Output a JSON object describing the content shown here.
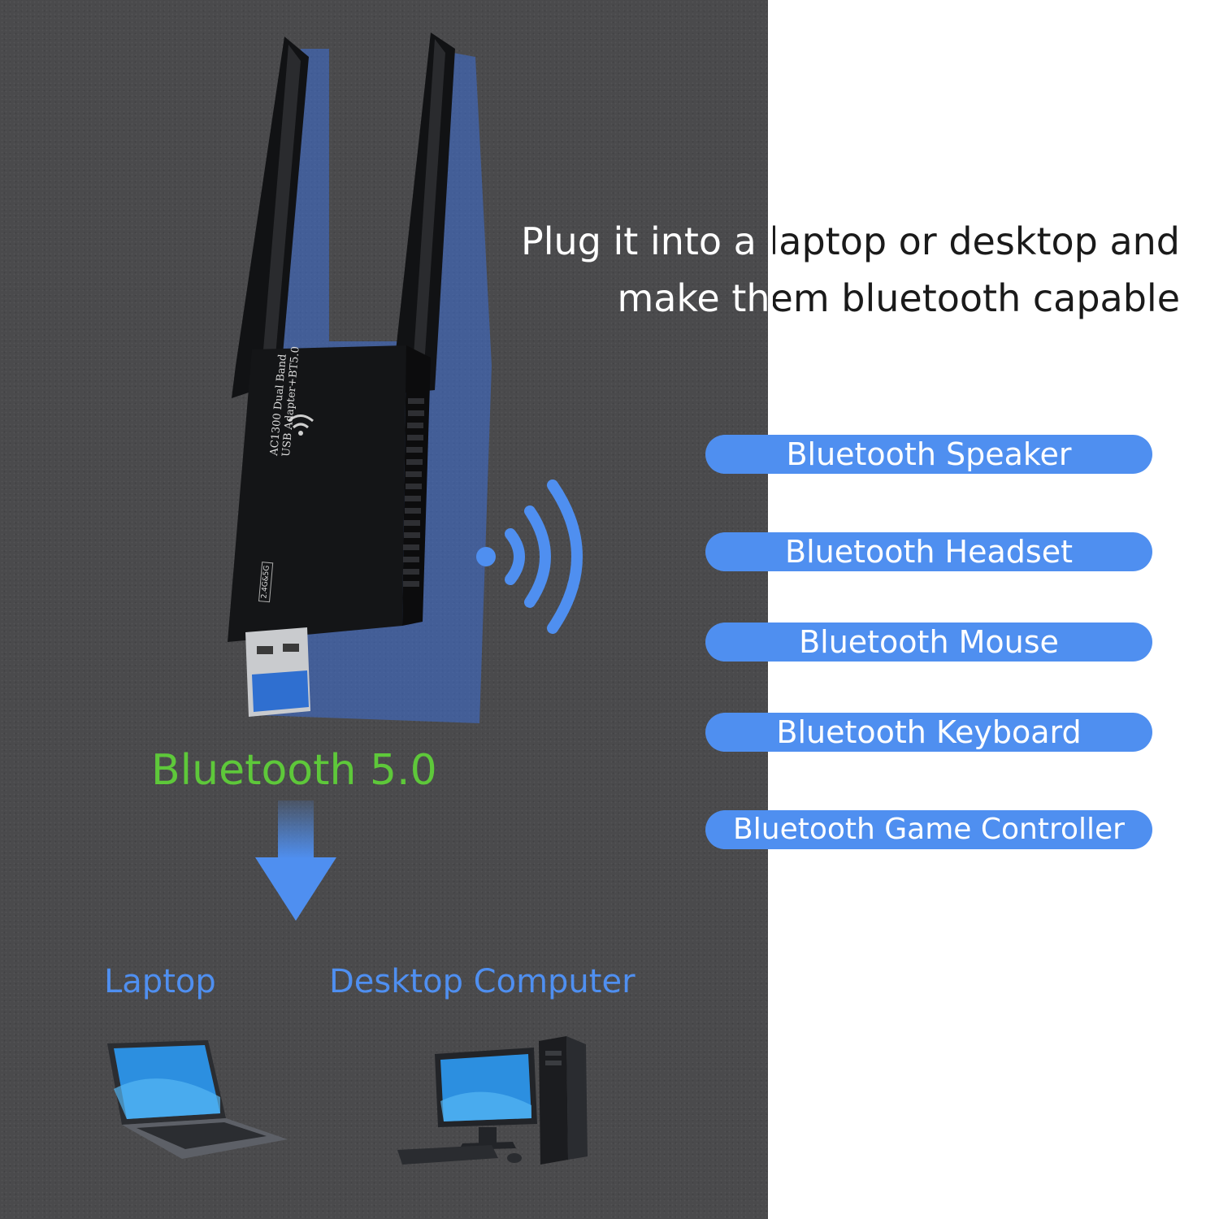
{
  "headline": {
    "line1": "Plug it into a laptop or desktop and",
    "line2": "make them bluetooth capable"
  },
  "devices": [
    {
      "label": "Bluetooth Speaker"
    },
    {
      "label": "Bluetooth Headset"
    },
    {
      "label": "Bluetooth Mouse"
    },
    {
      "label": "Bluetooth Keyboard"
    },
    {
      "label": "Bluetooth Game Controller"
    }
  ],
  "adapter": {
    "line1": "AC1300 Dual Band",
    "line2": "USB Adapter+BT5.0",
    "badge": "2.4G&5G"
  },
  "bluetooth_version": "Bluetooth 5.0",
  "targets": {
    "laptop": "Laptop",
    "desktop": "Desktop Computer"
  },
  "colors": {
    "accent_blue": "#4f8ff0",
    "accent_green": "#5ec83a",
    "panel_dark": "#4a4a4c"
  }
}
